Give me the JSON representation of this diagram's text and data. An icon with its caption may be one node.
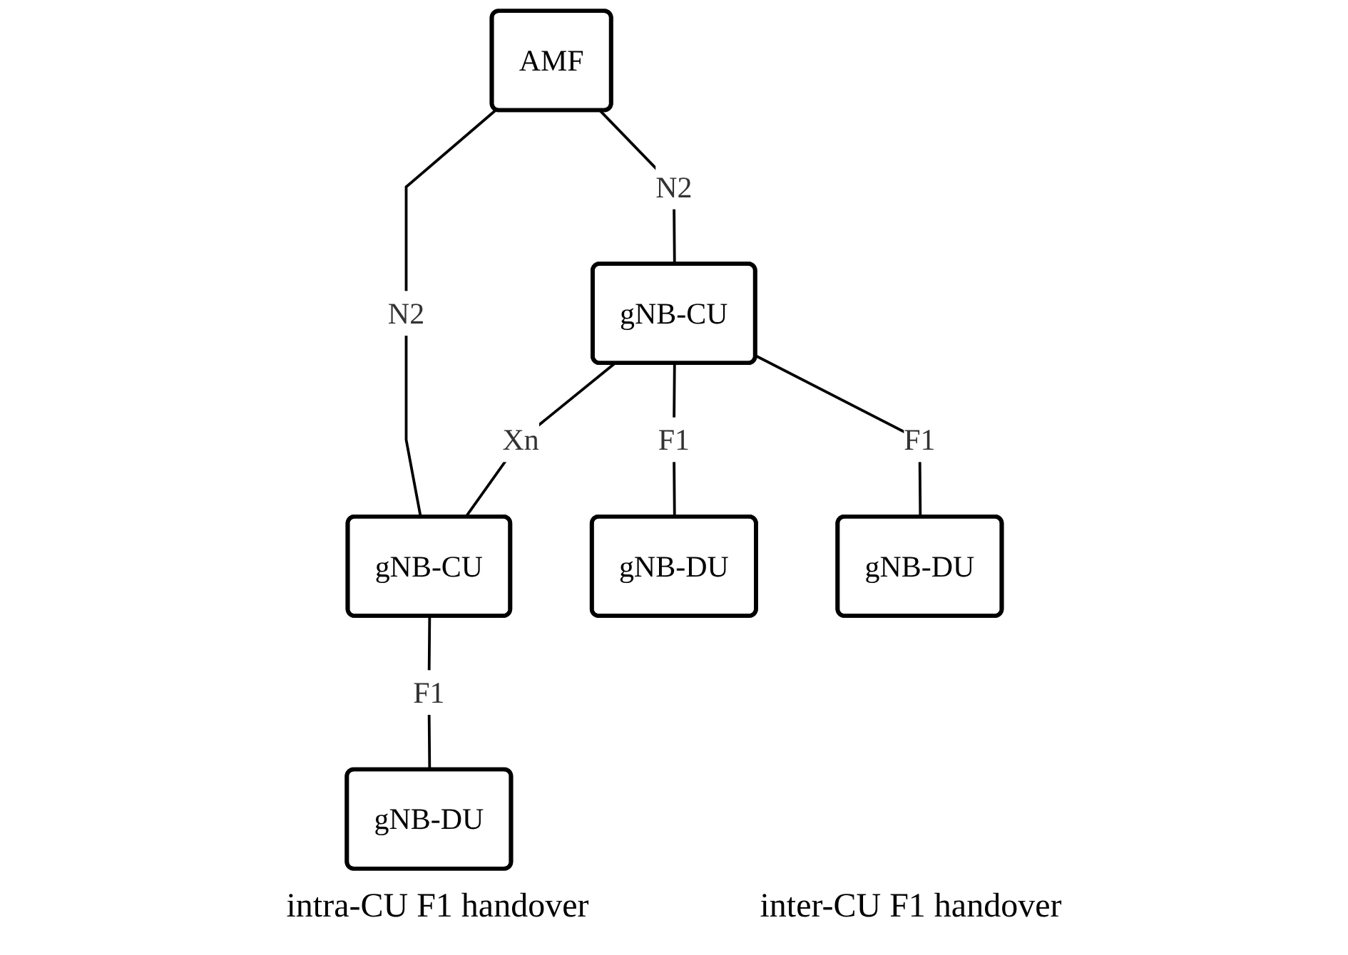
{
  "diagram": {
    "nodes": [
      {
        "text": [
          "AMF"
        ]
      },
      {
        "text": [
          "gNB-CU"
        ]
      },
      {
        "text": [
          "gNB-CU"
        ]
      },
      {
        "text": [
          "gNB-DU"
        ]
      },
      {
        "text": [
          "gNB-DU"
        ]
      },
      {
        "text": [
          "gNB-DU"
        ]
      }
    ],
    "edges": [
      {
        "from": 0,
        "to": 1,
        "arrow": "none",
        "label": "N2"
      },
      {
        "from": 0,
        "to": 2,
        "arrow": "none",
        "label": "N2"
      },
      {
        "from": 1,
        "to": 2,
        "arrow": "none",
        "label": "Xn"
      },
      {
        "from": 1,
        "to": 3,
        "arrow": "none",
        "label": "F1"
      },
      {
        "from": 1,
        "to": 4,
        "arrow": "none",
        "label": "F1"
      },
      {
        "from": 2,
        "to": 5,
        "arrow": "none",
        "label": "F1"
      }
    ],
    "labels": [
      "intra-CU F1 handover",
      "inter-CU F1 handover"
    ]
  }
}
